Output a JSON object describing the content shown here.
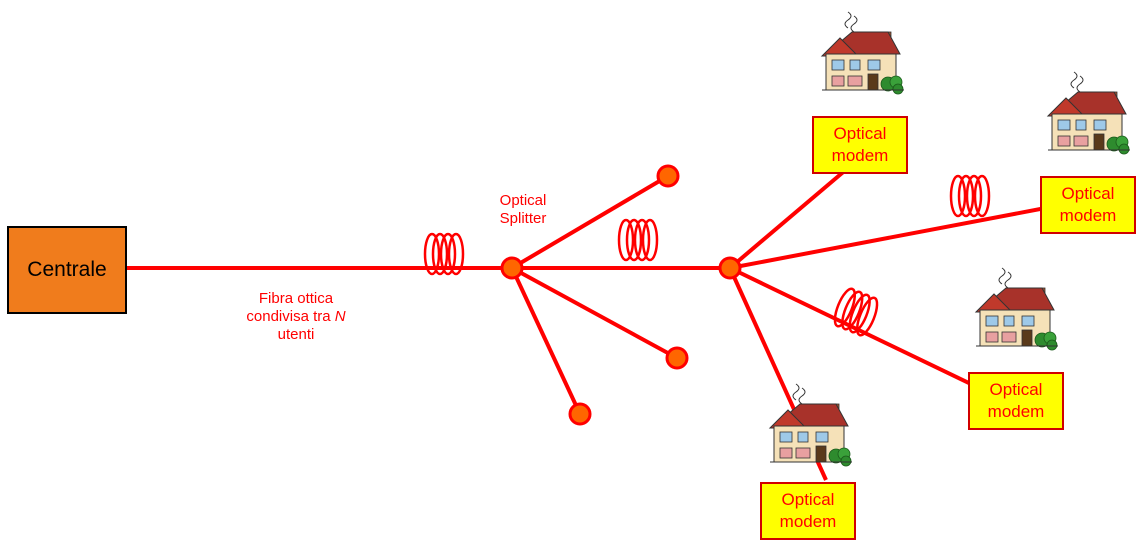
{
  "central_office": {
    "label": "Centrale"
  },
  "fiber": {
    "line1": "Fibra ottica",
    "line2_prefix": "condivisa tra ",
    "line2_n": "N",
    "line3": "utenti"
  },
  "splitter": {
    "line1": "Optical",
    "line2": "Splitter"
  },
  "modems": [
    {
      "line1": "Optical",
      "line2": "modem"
    },
    {
      "line1": "Optical",
      "line2": "modem"
    },
    {
      "line1": "Optical",
      "line2": "modem"
    },
    {
      "line1": "Optical",
      "line2": "modem"
    }
  ],
  "colors": {
    "fiber": "#ff0000",
    "node_fill": "#ff6600",
    "central_fill": "#f07c1c",
    "modem_fill": "#ffff00"
  }
}
